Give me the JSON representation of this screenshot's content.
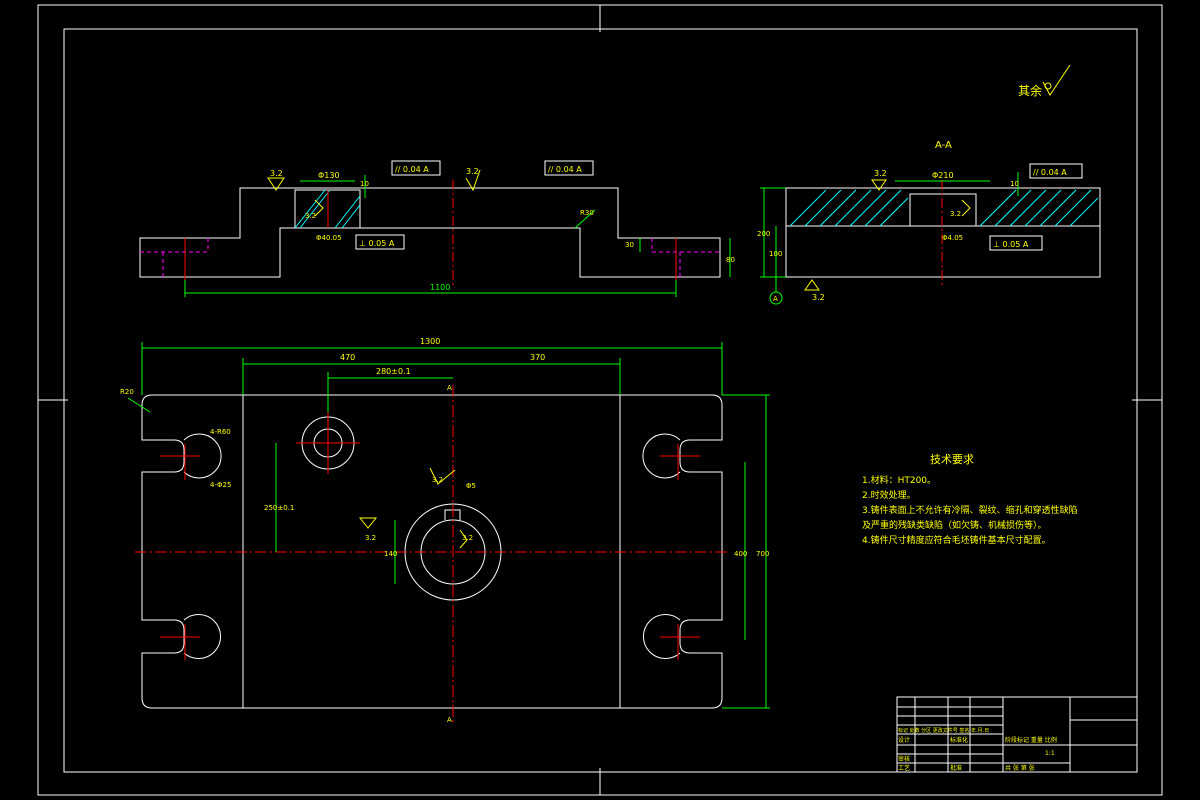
{
  "colors": {
    "background": "#000000",
    "outline": "#ffffff",
    "dimension": "#00ff00",
    "centerline": "#ff0000",
    "hidden": "#ff00ff",
    "annotation": "#ffff00",
    "hatch": "#00ffff"
  },
  "roughness_other": "其余",
  "section_label": "A-A",
  "front_view": {
    "roughness_1": "3.2",
    "roughness_2": "3.2",
    "roughness_3": "3.2",
    "bore_dia": "Φ130",
    "depth_10": "10",
    "tol_1": "//  0.04  A",
    "tol_2": "//  0.04  A",
    "tol_3": "⊥  0.05  A",
    "hole_note": "Φ40.05",
    "radius": "R30",
    "dim_30": "30",
    "dim_80": "80",
    "length": "1100"
  },
  "section_view": {
    "roughness_1": "3.2",
    "roughness_2": "3.2",
    "roughness_3": "3.2",
    "bore_dia": "Φ210",
    "depth_10": "10",
    "tol_1": "//  0.04  A",
    "tol_2": "⊥  0.05  A",
    "hole_note": "Φ4.05",
    "height_200": "200",
    "height_100": "100",
    "datum": "A"
  },
  "plan_view": {
    "overall_width": "1300",
    "dim_470": "470",
    "dim_370": "370",
    "dim_center": "280±0.1",
    "corner": "R20",
    "slot_label_1": "4-R60",
    "slot_label_2": "4-Φ25",
    "dim_vertical": "250±0.1",
    "roughness_1": "3.2",
    "roughness_2": "3.2",
    "roughness_3": "3.2",
    "bore_note": "Φ5",
    "bore_dia": "140",
    "height_400": "400",
    "height_700": "700",
    "section_mark": "A"
  },
  "requirements": {
    "title": "技术要求",
    "items": [
      "1.材料：HT200。",
      "2.时效处理。",
      "3.铸件表面上不允许有冷隔、裂纹、缩孔和穿透性缺陷",
      "及严重的残缺类缺陷（如欠铸、机械损伤等）。",
      "4.铸件尺寸精度应符合毛坯铸件基本尺寸配置。"
    ]
  },
  "title_block": {
    "row1": "标记 处数  分区  更改文件号  签名  年.月.日",
    "design": "设计",
    "standard": "标准化",
    "review": "审核",
    "process": "工艺",
    "approve": "批准",
    "stage": "阶段标记  重量  比例",
    "scale": "1:1",
    "sheet": "共  张  第  张"
  }
}
